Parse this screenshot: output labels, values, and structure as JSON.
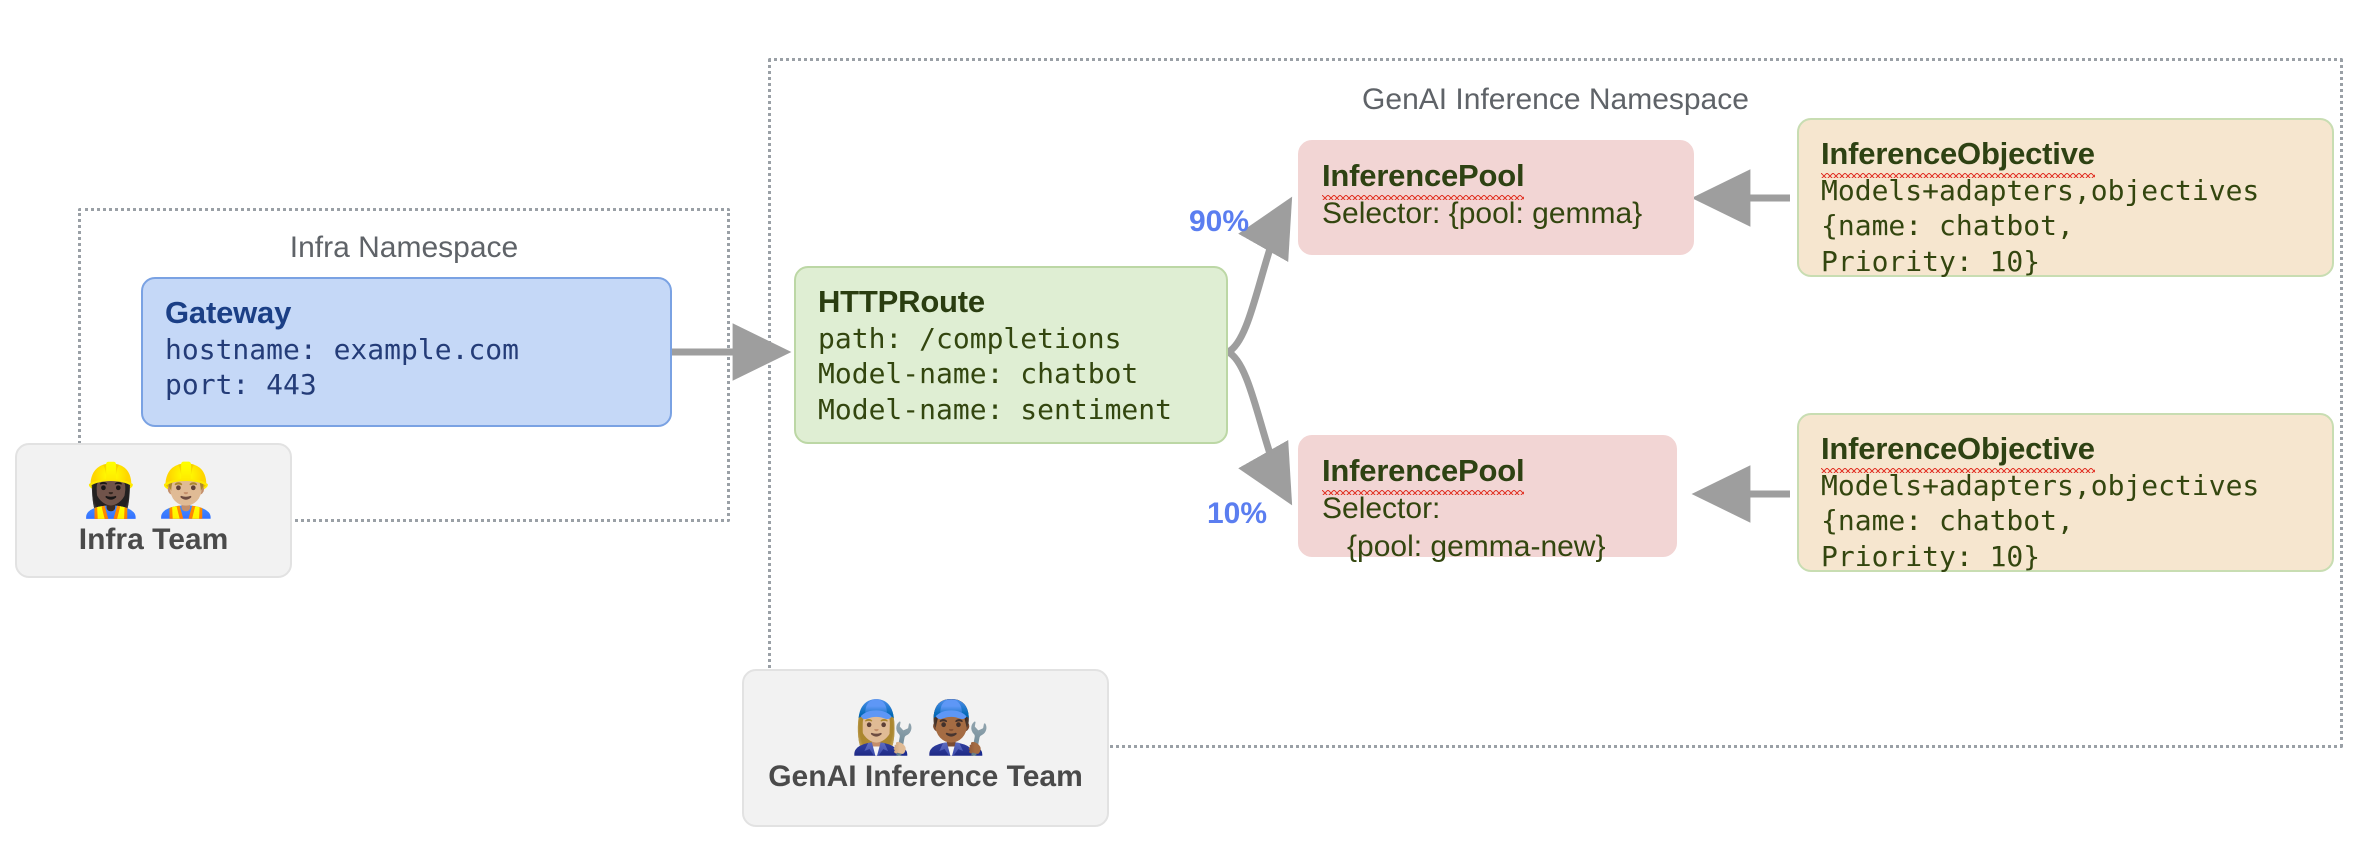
{
  "namespaces": {
    "infra": {
      "title": "Infra Namespace"
    },
    "genai": {
      "title": "GenAI Inference Namespace"
    }
  },
  "gateway": {
    "title": "Gateway",
    "lines": "hostname: example.com\nport: 443"
  },
  "httproute": {
    "title": "HTTPRoute",
    "lines": "path: /completions\nModel-name: chatbot\nModel-name: sentiment"
  },
  "pools": [
    {
      "title": "InferencePool",
      "lines": "Selector: {pool: gemma}"
    },
    {
      "title": "InferencePool",
      "lines": "Selector:\n   {pool: gemma-new}"
    }
  ],
  "objectives": [
    {
      "title": "InferenceObjective",
      "lines": "Models+adapters,objectives\n{name: chatbot,\nPriority: 10}"
    },
    {
      "title": "InferenceObjective",
      "lines": "Models+adapters,objectives\n{name: chatbot,\nPriority: 10}"
    }
  ],
  "edges": {
    "split_top_label": "90%",
    "split_bottom_label": "10%"
  },
  "teams": [
    {
      "label": "Infra Team",
      "emoji": "👷🏿‍♀️👷🏼‍♂️"
    },
    {
      "label": "GenAI Inference Team",
      "emoji": "👩🏼‍🔧👨🏾‍🔧"
    }
  ],
  "colors": {
    "gateway_bg": "#c5d8f7",
    "httproute_bg": "#dfeed3",
    "pool_bg": "#f2d5d4",
    "objective_bg": "#f6e6cf",
    "accent_percent": "#5b7ef0",
    "namespace_border": "#9aa0a6",
    "arrow": "#9e9e9e"
  }
}
